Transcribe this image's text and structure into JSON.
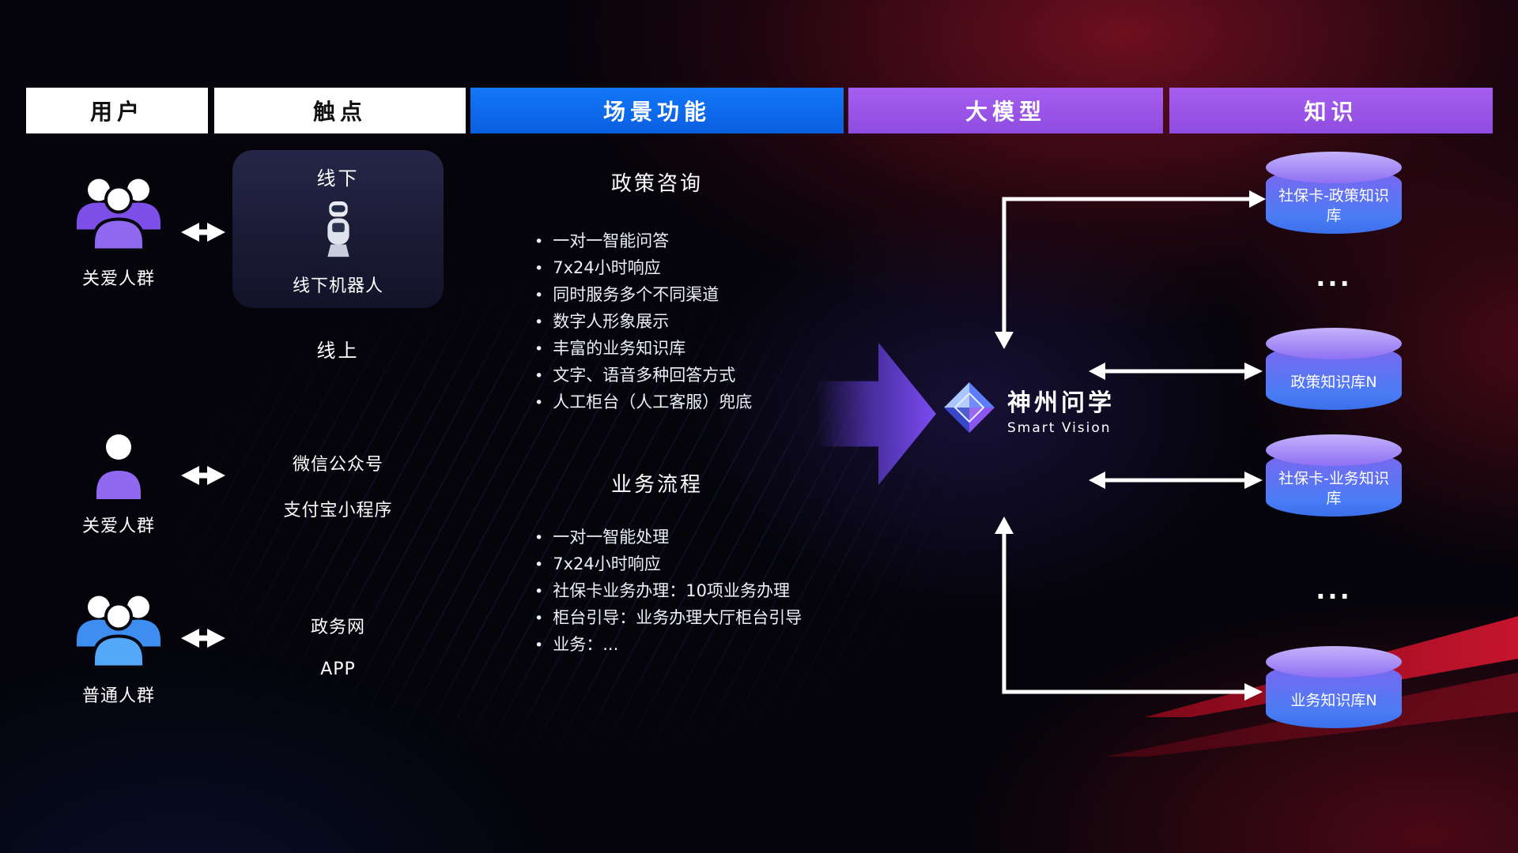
{
  "header": {
    "columns": [
      {
        "label": "用户"
      },
      {
        "label": "触点"
      },
      {
        "label": "场景功能"
      },
      {
        "label": "大模型"
      },
      {
        "label": "知识"
      }
    ]
  },
  "users": {
    "groups": [
      {
        "label": "关爱人群"
      },
      {
        "label": "关爱人群"
      },
      {
        "label": "普通人群"
      }
    ]
  },
  "touchpoints": {
    "offline_title": "线下",
    "offline_robot_label": "线下机器人",
    "online_title": "线上",
    "online_items": [
      "微信公众号",
      "支付宝小程序",
      "政务网",
      "APP"
    ]
  },
  "scenarios": [
    {
      "title": "政策咨询",
      "items": [
        "一对一智能问答",
        "7x24小时响应",
        "同时服务多个不同渠道",
        "数字人形象展示",
        "丰富的业务知识库",
        "文字、语音多种回答方式",
        "人工柜台（人工客服）兜底"
      ]
    },
    {
      "title": "业务流程",
      "items": [
        "一对一智能处理",
        "7x24小时响应",
        "社保卡业务办理：10项业务办理",
        "柜台引导：业务办理大厅柜台引导",
        "业务：..."
      ]
    }
  ],
  "model": {
    "name": "神州问学",
    "subtitle": "Smart Vision"
  },
  "knowledge": {
    "databases": [
      {
        "label": "社保卡-政策知识库"
      },
      {
        "label": "政策知识库N"
      },
      {
        "label": "社保卡-业务知识库"
      },
      {
        "label": "业务知识库N"
      }
    ],
    "ellipsis_top": "...",
    "ellipsis_bottom": "..."
  },
  "colors": {
    "header_blue": "#0b6af3",
    "header_purple": "#9b57ea",
    "db_top": "#c3b2fb",
    "db_body_start": "#7e66ef",
    "db_body_end": "#3a70ea",
    "accent_purple": "#9168f0",
    "accent_blue": "#54a8fa",
    "red_glow": "#c41830"
  }
}
